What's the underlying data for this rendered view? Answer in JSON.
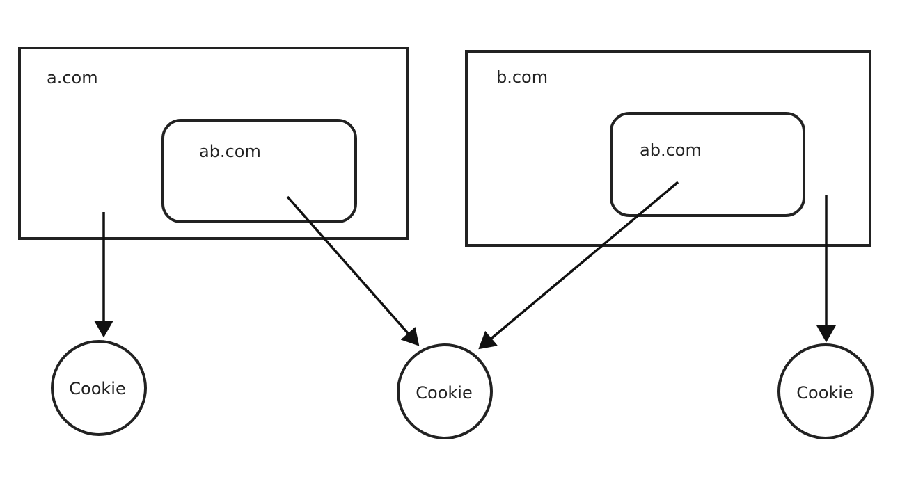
{
  "diagram": {
    "outer_boxes": [
      {
        "label": "a.com"
      },
      {
        "label": "b.com"
      }
    ],
    "inner_boxes": [
      {
        "label": "ab.com"
      },
      {
        "label": "ab.com"
      }
    ],
    "cookies": [
      {
        "label": "Cookie"
      },
      {
        "label": "Cookie"
      },
      {
        "label": "Cookie"
      }
    ],
    "colors": {
      "stroke": "#222222",
      "background": "#ffffff"
    }
  }
}
